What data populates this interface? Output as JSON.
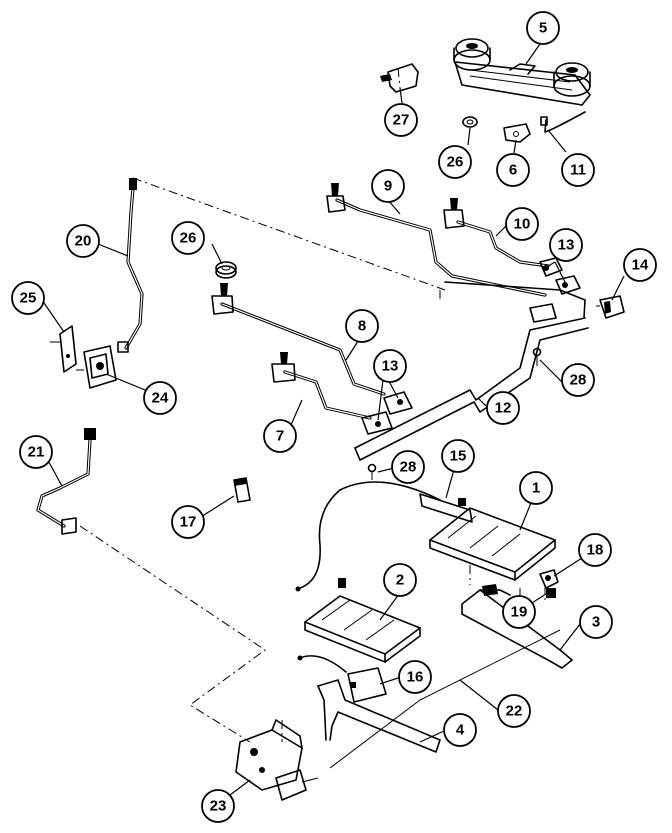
{
  "callouts": [
    {
      "id": "c1",
      "label": "1"
    },
    {
      "id": "c2",
      "label": "2"
    },
    {
      "id": "c3",
      "label": "3"
    },
    {
      "id": "c4",
      "label": "4"
    },
    {
      "id": "c5",
      "label": "5"
    },
    {
      "id": "c6",
      "label": "6"
    },
    {
      "id": "c7",
      "label": "7"
    },
    {
      "id": "c8",
      "label": "8"
    },
    {
      "id": "c9",
      "label": "9"
    },
    {
      "id": "c10",
      "label": "10"
    },
    {
      "id": "c11",
      "label": "11"
    },
    {
      "id": "c12",
      "label": "12"
    },
    {
      "id": "c13a",
      "label": "13"
    },
    {
      "id": "c13b",
      "label": "13"
    },
    {
      "id": "c14",
      "label": "14"
    },
    {
      "id": "c15",
      "label": "15"
    },
    {
      "id": "c16",
      "label": "16"
    },
    {
      "id": "c17",
      "label": "17"
    },
    {
      "id": "c18",
      "label": "18"
    },
    {
      "id": "c19",
      "label": "19"
    },
    {
      "id": "c20",
      "label": "20"
    },
    {
      "id": "c21",
      "label": "21"
    },
    {
      "id": "c22",
      "label": "22"
    },
    {
      "id": "c23",
      "label": "23"
    },
    {
      "id": "c24",
      "label": "24"
    },
    {
      "id": "c25",
      "label": "25"
    },
    {
      "id": "c26a",
      "label": "26"
    },
    {
      "id": "c26b",
      "label": "26"
    },
    {
      "id": "c27",
      "label": "27"
    },
    {
      "id": "c28a",
      "label": "28"
    },
    {
      "id": "c28b",
      "label": "28"
    }
  ]
}
